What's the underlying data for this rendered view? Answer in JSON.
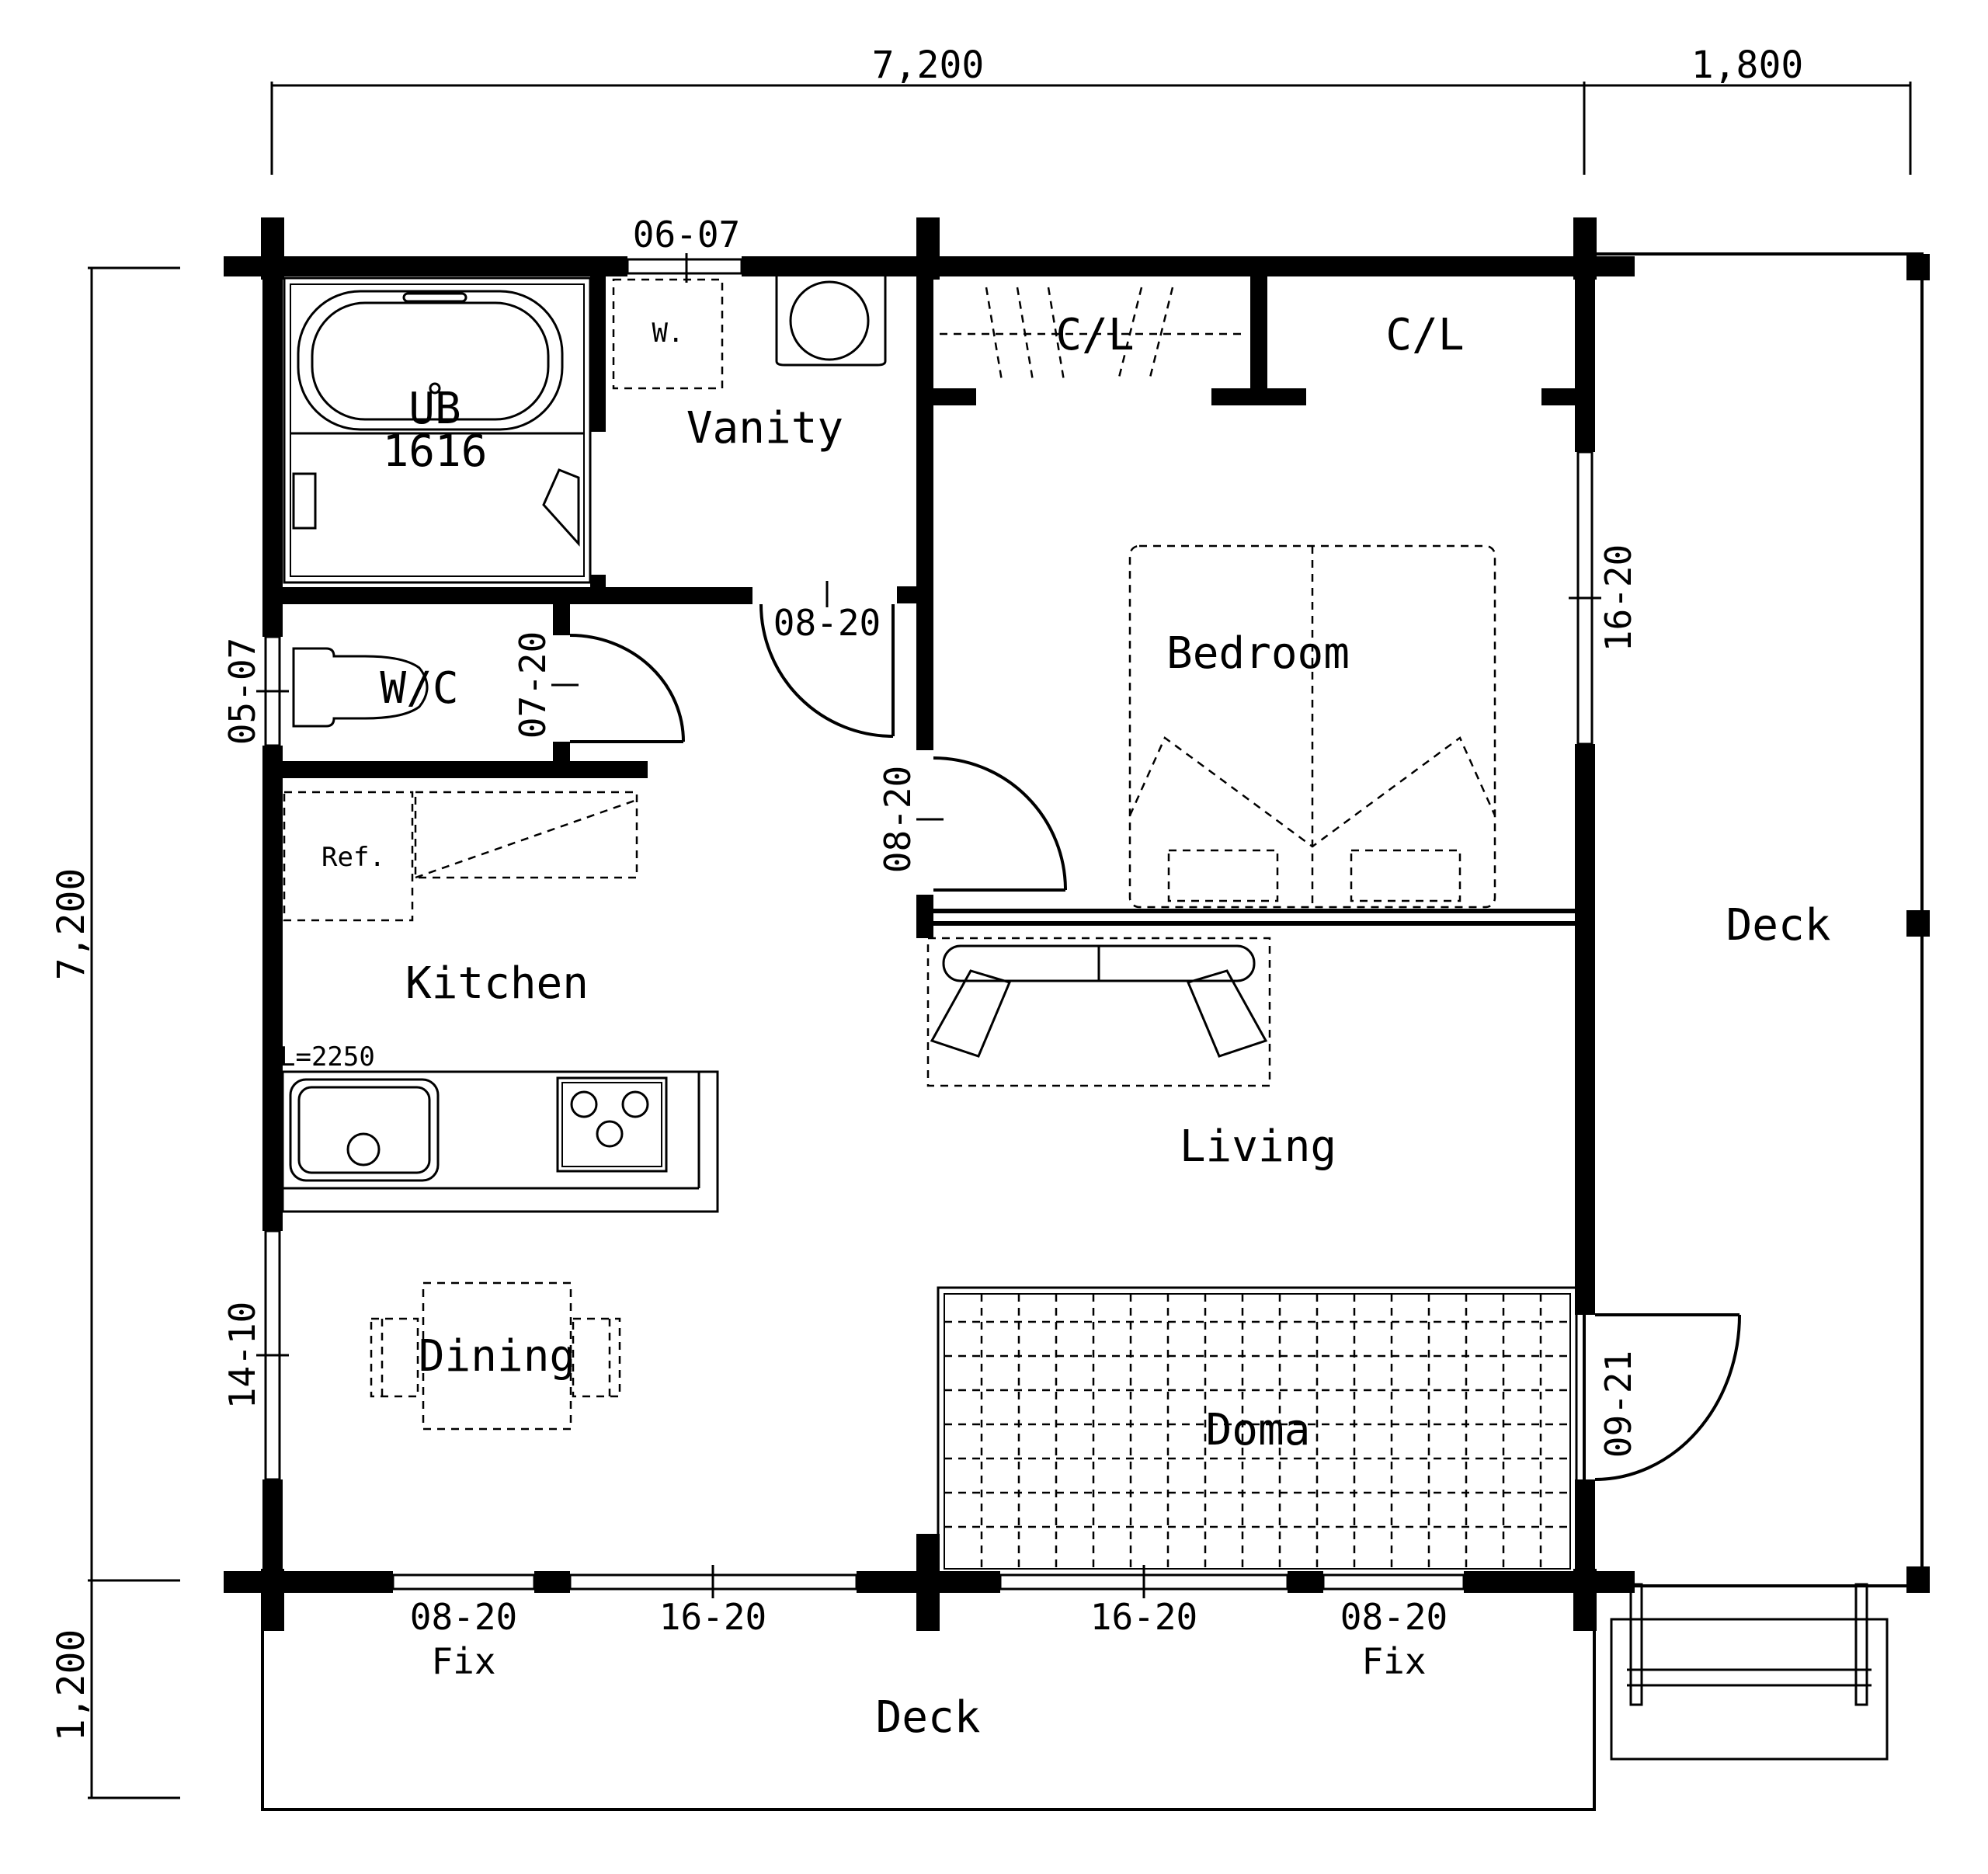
{
  "dimensions": {
    "top_main": "7,200",
    "top_side": "1,800",
    "left_main": "7,200",
    "left_side": "1,200"
  },
  "rooms": {
    "bath_unit": "UB",
    "bath_unit_size": "1616",
    "vanity": "Vanity",
    "washer": "W.",
    "closet_left": "C/L",
    "closet_right": "C/L",
    "bedroom": "Bedroom",
    "toilet": "W/C",
    "refrigerator": "Ref.",
    "kitchen": "Kitchen",
    "counter_length": "L=2250",
    "living": "Living",
    "dining": "Dining",
    "doma": "Doma",
    "deck_right": "Deck",
    "deck_bottom": "Deck"
  },
  "openings": {
    "vanity_window": "06-07",
    "vanity_door": "08-20",
    "toilet_window": "05-07",
    "toilet_door": "07-20",
    "bedroom_door": "08-20",
    "bedroom_window": "16-20",
    "dining_window": "14-10",
    "entry_door": "09-21",
    "south_fix_left": "08-20",
    "south_fix_left_note": "Fix",
    "south_window_left": "16-20",
    "south_window_right": "16-20",
    "south_fix_right": "08-20",
    "south_fix_right_note": "Fix"
  },
  "colors": {
    "ink": "#000000",
    "paper": "#ffffff"
  }
}
